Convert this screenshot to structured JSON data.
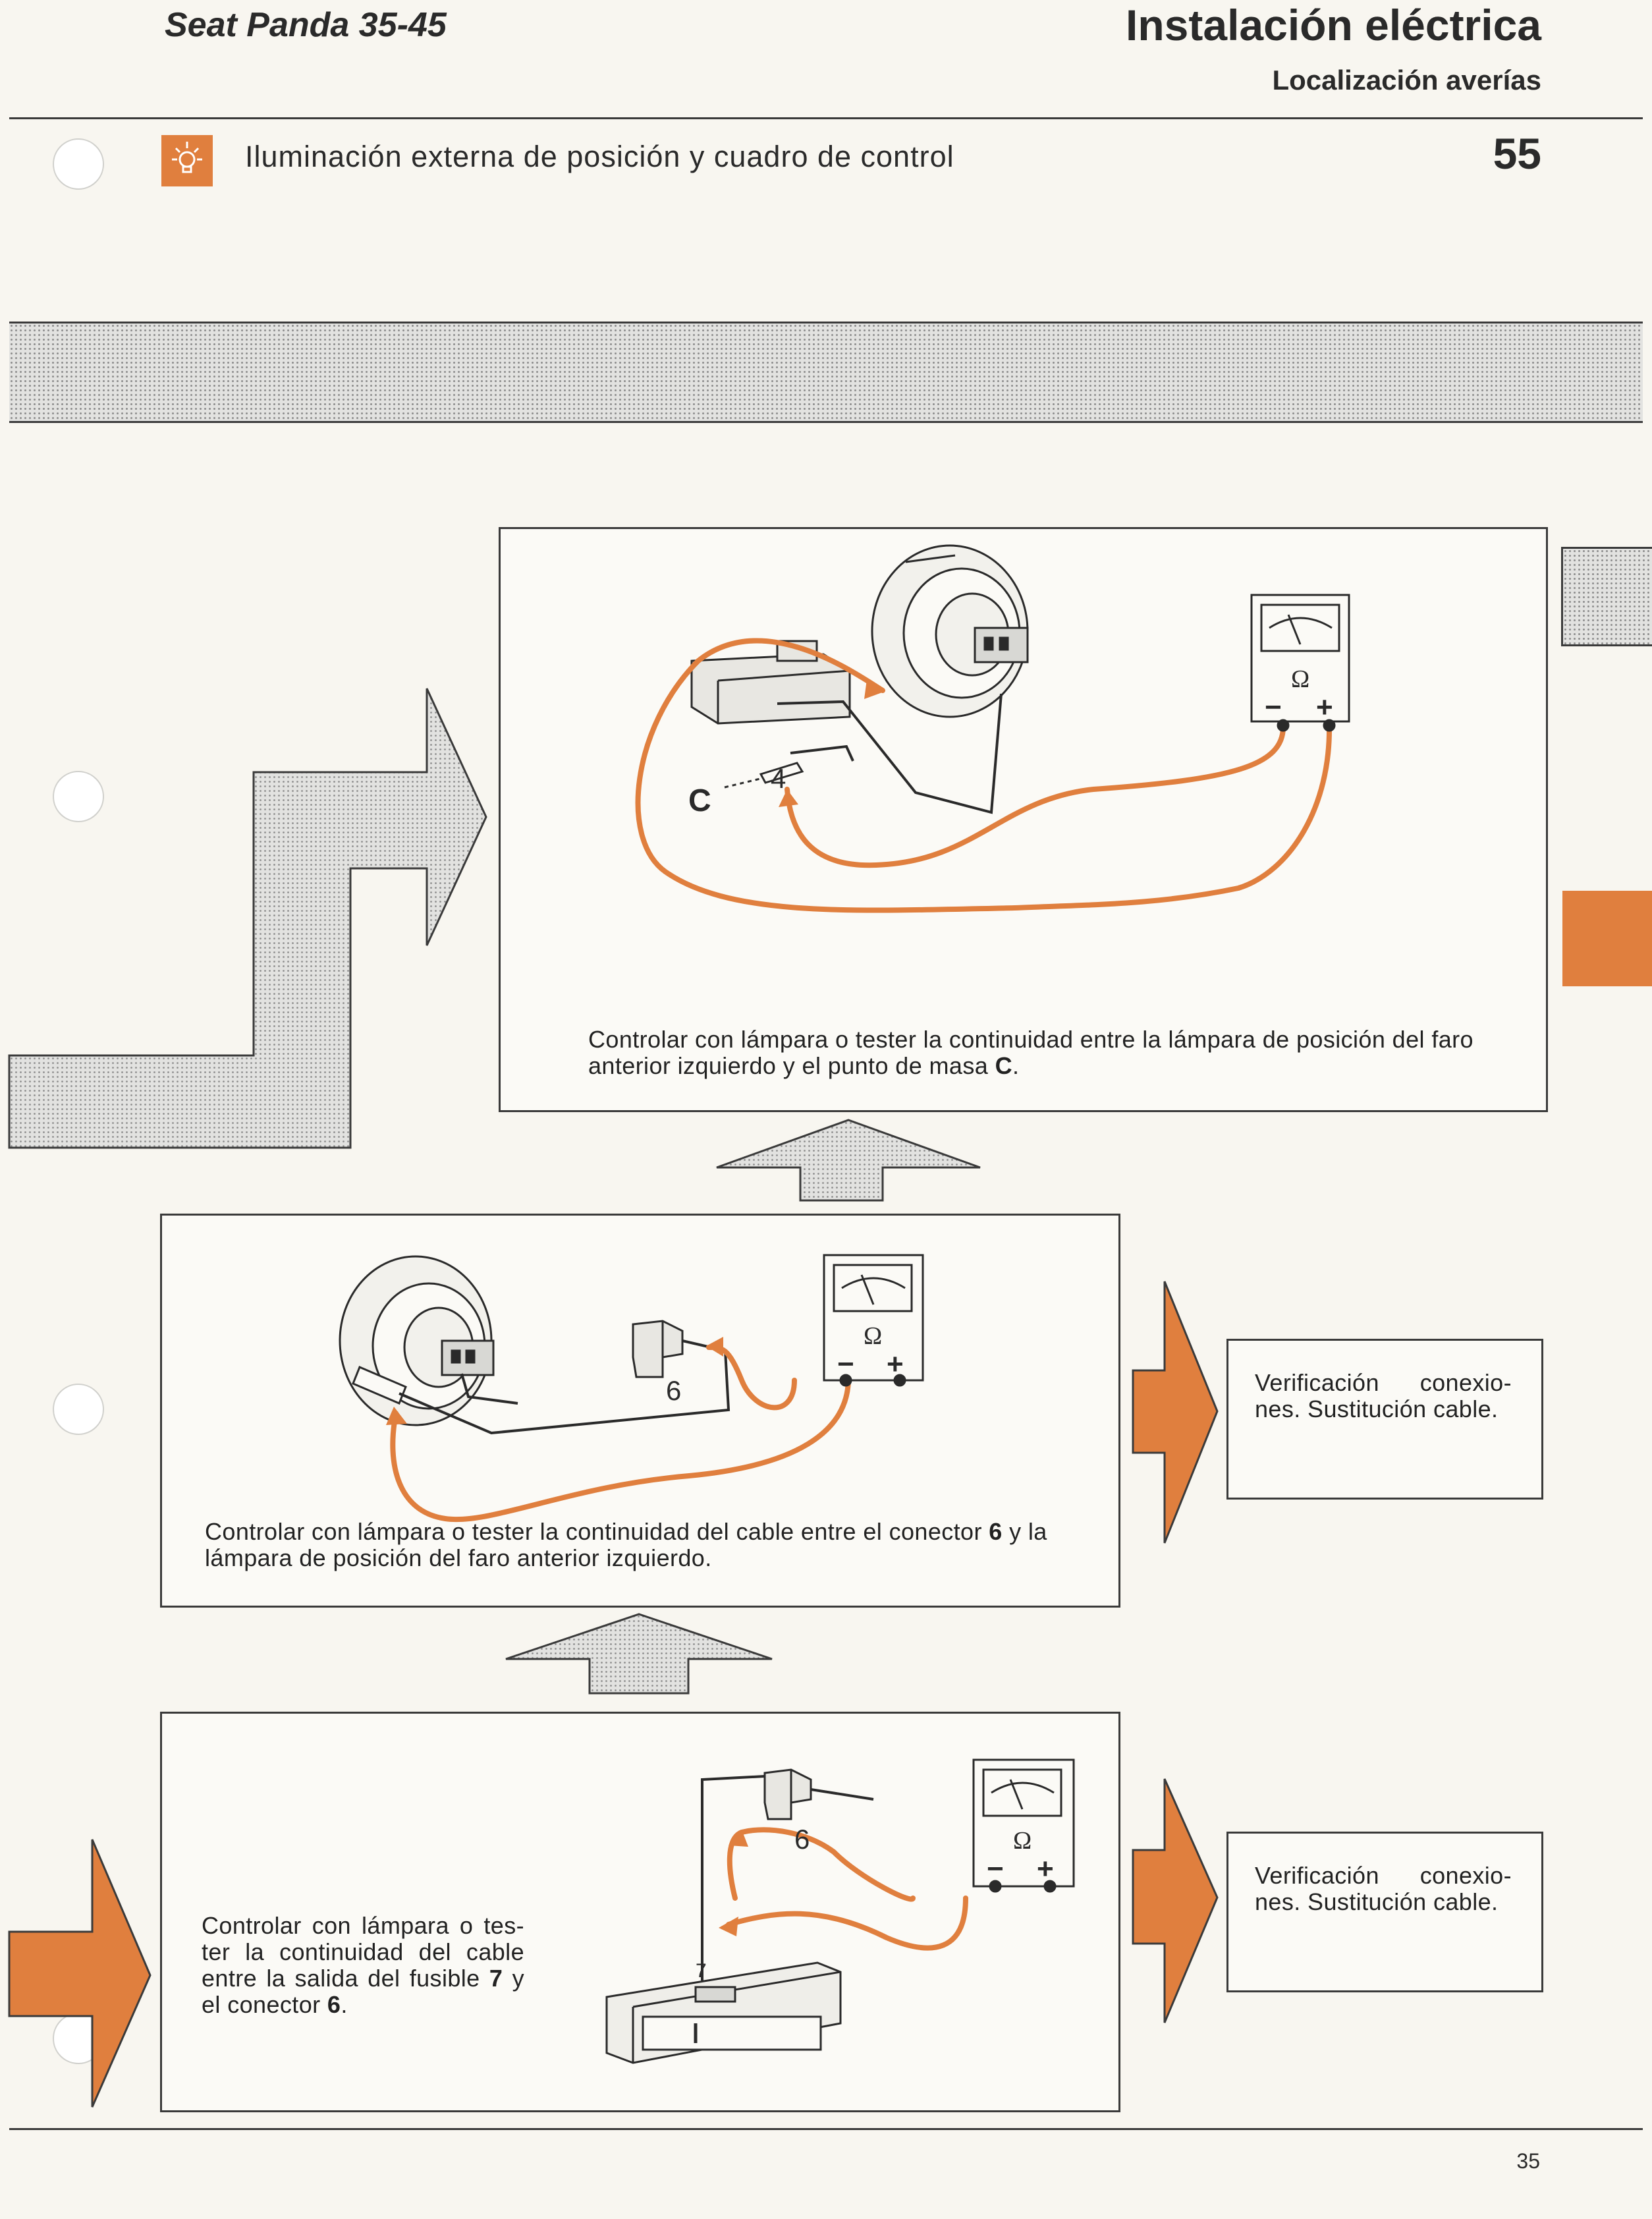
{
  "header": {
    "model": "Seat Panda 35-45",
    "section": "Instalación eléctrica",
    "subsection": "Localización averías"
  },
  "subheader": {
    "title": "Iluminación externa de posición y cuadro de control",
    "page_code": "55",
    "icon": "light-bulb-icon"
  },
  "steps": {
    "top": {
      "text_pre": "Controlar con lámpara o tester la continuidad entre la lámpara de posición del faro anterior izquierdo y el punto de masa ",
      "text_bold": "C",
      "text_post": ".",
      "label_c": "C",
      "label_4": "4",
      "meter_symbol": "Ω",
      "meter_minus": "−",
      "meter_plus": "+"
    },
    "middle": {
      "text_pre": "Controlar con lámpara o tester la continuidad del cable entre el conector ",
      "text_bold": "6",
      "text_post": " y la lámpara de posición del faro anterior izquierdo.",
      "label_6": "6",
      "meter_symbol": "Ω",
      "meter_minus": "−",
      "meter_plus": "+",
      "result": "Verificación conexio-nes. Sustitución cable."
    },
    "bottom": {
      "text_a": "Controlar con lámpara o tes-ter la continuidad del cable entre la salida del fusible ",
      "text_bold_a": "7",
      "text_b": " y el conector ",
      "text_bold_b": "6",
      "text_c": ".",
      "label_6": "6",
      "label_7": "7",
      "meter_symbol": "Ω",
      "meter_minus": "−",
      "meter_plus": "+",
      "result": "Verificación conexio-nes. Sustitución cable."
    }
  },
  "footer": {
    "page_number": "35"
  },
  "colors": {
    "accent": "#e07f3e",
    "ink": "#3a3a3a",
    "paper": "#f8f6f0"
  }
}
